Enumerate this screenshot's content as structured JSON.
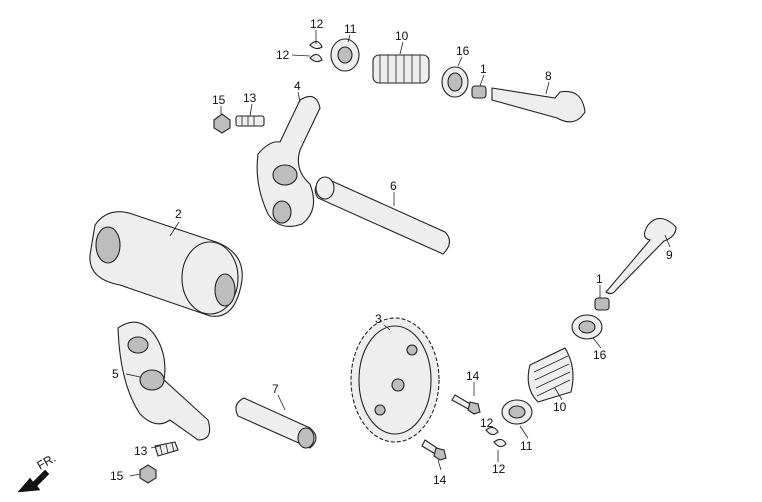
{
  "diagram": {
    "callouts": [
      "12",
      "11",
      "10",
      "16",
      "1",
      "8",
      "12",
      "15",
      "13",
      "4",
      "6",
      "2",
      "9",
      "1",
      "16",
      "3",
      "5",
      "14",
      "10",
      "7",
      "12",
      "11",
      "13",
      "14",
      "12",
      "15"
    ],
    "direction_label": "FR."
  }
}
